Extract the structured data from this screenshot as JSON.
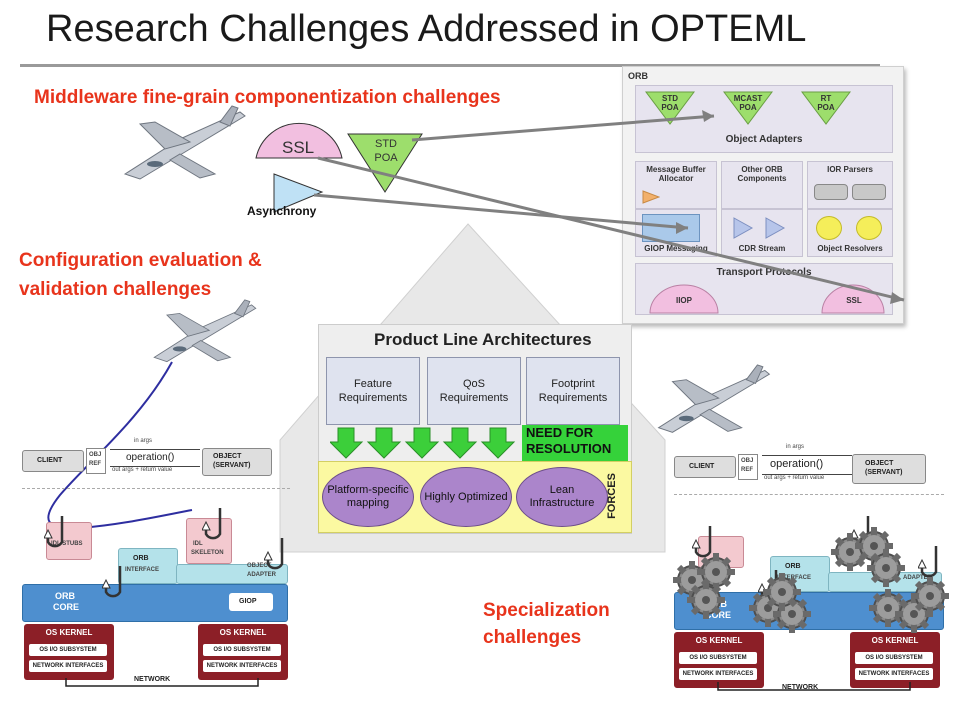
{
  "title": "Research Challenges Addressed in OPTEML",
  "labels": {
    "middleware": "Middleware fine-grain componentization challenges",
    "configuration": "Configuration evaluation & validation challenges",
    "specialization": "Specialization challenges",
    "asynchrony": "Asynchrony",
    "ssl": "SSL",
    "std_poa_line1": "STD",
    "std_poa_line2": "POA"
  },
  "orb_panel": {
    "title": "ORB",
    "adapters": [
      {
        "line1": "STD",
        "line2": "POA"
      },
      {
        "line1": "MCAST",
        "line2": "POA"
      },
      {
        "line1": "RT",
        "line2": "POA"
      }
    ],
    "adapters_label": "Object Adapters",
    "components": [
      "Message Buffer Allocator",
      "Other ORB Components",
      "IOR Parsers"
    ],
    "streams": [
      "GIOP Messaging",
      "CDR Stream",
      "Object Resolvers"
    ],
    "transport_label": "Transport Protocols",
    "transports": [
      "IIOP",
      "SSL"
    ]
  },
  "pla": {
    "title": "Product Line Architectures",
    "requirements": [
      "Feature Requirements",
      "QoS Requirements",
      "Footprint Requirements"
    ],
    "need_line1": "NEED FOR",
    "need_line2": "RESOLUTION",
    "forces": [
      "Platform-specific mapping",
      "Highly Optimized",
      "Lean Infrastructure"
    ],
    "forces_label": "FORCES"
  },
  "orb_arch": {
    "client": "CLIENT",
    "obj_ref_1": "OBJ",
    "obj_ref_2": "REF",
    "operation": "operation()",
    "in_args": "in args",
    "out_args": "out args + return value",
    "object_1": "OBJECT",
    "object_2": "(SERVANT)",
    "orb_interface_1": "ORB",
    "orb_interface_2": "INTERFACE",
    "idl_stubs": "IDL STUBS",
    "idl_skeleton_1": "IDL",
    "idl_skeleton_2": "SKELETON",
    "object_adapter_1": "OBJECT",
    "object_adapter_2": "ADAPTER",
    "orb_core_1": "ORB",
    "orb_core_2": "CORE",
    "giop": "GIOP",
    "os_kernel": "OS KERNEL",
    "os_io": "OS I/O SUBSYSTEM",
    "net_if": "NETWORK INTERFACES",
    "network": "NETWORK"
  },
  "colors": {
    "red_label": "#e8341c",
    "need_green": "#35d23a",
    "forces_yellow": "#fbf9a1",
    "force_purple": "#ab85cb",
    "ssl_pink": "#f2bfe0",
    "poa_green": "#9dde6c",
    "orb_core_blue": "#4e8fcf",
    "kernel_red": "#8c1f27"
  },
  "icons": [
    "fighter-jet-icon",
    "u-turn-arrow-icon",
    "gear-icon",
    "down-arrow-icon"
  ]
}
